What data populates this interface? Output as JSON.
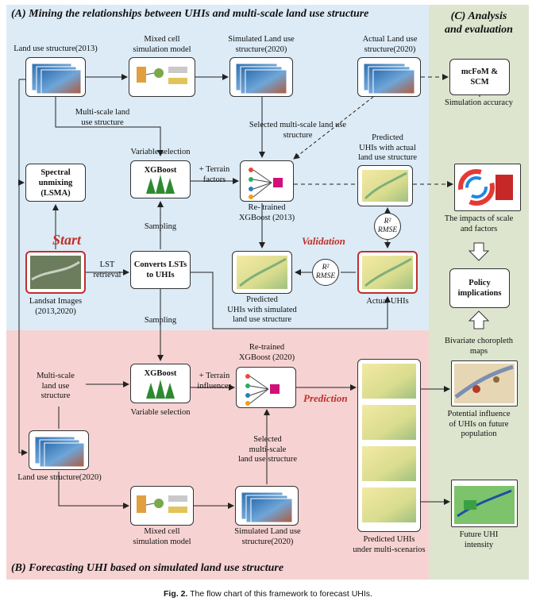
{
  "panels": {
    "a_title": "(A) Mining the relationships between UHIs and multi-scale land use structure",
    "b_title": "(B) Forecasting UHI  based on simulated  land use structure",
    "c_title_line1": "(C) Analysis",
    "c_title_line2": "and evaluation"
  },
  "panel_a": {
    "lu2013": "Land use structure(2013)",
    "mixed_cell": "Mixed cell\nsimulation model",
    "sim_lu2020": "Simulated Land use\nstructure(2020)",
    "actual_lu2020": "Actual Land use\nstructure(2020)",
    "multi_scale": "Multi-scale land\nuse structure",
    "selected_ms": "Selected multi-scale land use\nstructure",
    "variable_selection": "Variable selection",
    "spectral": "Spectral\nunmixing\n(LSMA)",
    "xgboost": "XGBoost",
    "terrain_factors": "+ Terrain\nfactors",
    "retrained": "Re- trained\nXGBoost (2013)",
    "pred_actual": "Predicted\nUHIs with actual\nland use structure",
    "start": "Start",
    "sampling": "Sampling",
    "lst_retrieval": "LST\nretrieval",
    "converts": "Converts LSTs\nto UHIs",
    "validation": "Validation",
    "r2_rmse": "R²\nRMSE",
    "landsat": "Landsat Images\n(2013,2020)",
    "pred_sim": "Predicted\nUHIs with simulated\nland use structure",
    "actual_uhis": "Actual UHIs",
    "sampling2": "Sampling"
  },
  "panel_b": {
    "multi_scale": "Multi-scale\nland use\nstructure",
    "xgboost": "XGBoost",
    "terrain_influences": "+ Terrain\ninfluences",
    "retrained": "Re-trained\nXGBoost (2020)",
    "prediction": "Prediction",
    "variable_selection": "Variable selection",
    "selected_ms": "Selected\nmulti-scale\nland use structure",
    "lu2020": "Land use structure(2020)",
    "mixed_cell": "Mixed cell\nsimulation model",
    "sim_lu2020": "Simulated Land use\nstructure(2020)",
    "pred_multi": "Predicted UHIs\nunder multi-scenarios"
  },
  "panel_c": {
    "mcfom": "mcFoM &\nSCM",
    "sim_accuracy": "Simulation accuracy",
    "impacts": "The impacts of scale\nand factors",
    "policy": "Policy\nimplications",
    "bivariate": "Bivariate choropleth\nmaps",
    "potential": "Potential influence\nof UHIs on future\npopulation",
    "future_uhi": "Future UHI\nintensity"
  },
  "caption_fig": "Fig. 2.",
  "caption_text": " The flow chart of this framework to forecast UHIs.",
  "colors": {
    "panel_a_bg": "#dcebf6",
    "panel_b_bg": "#f6d3d2",
    "panel_c_bg": "#dde5cf",
    "accent_red": "#c0302a",
    "node_magenta": "#d1107a"
  }
}
